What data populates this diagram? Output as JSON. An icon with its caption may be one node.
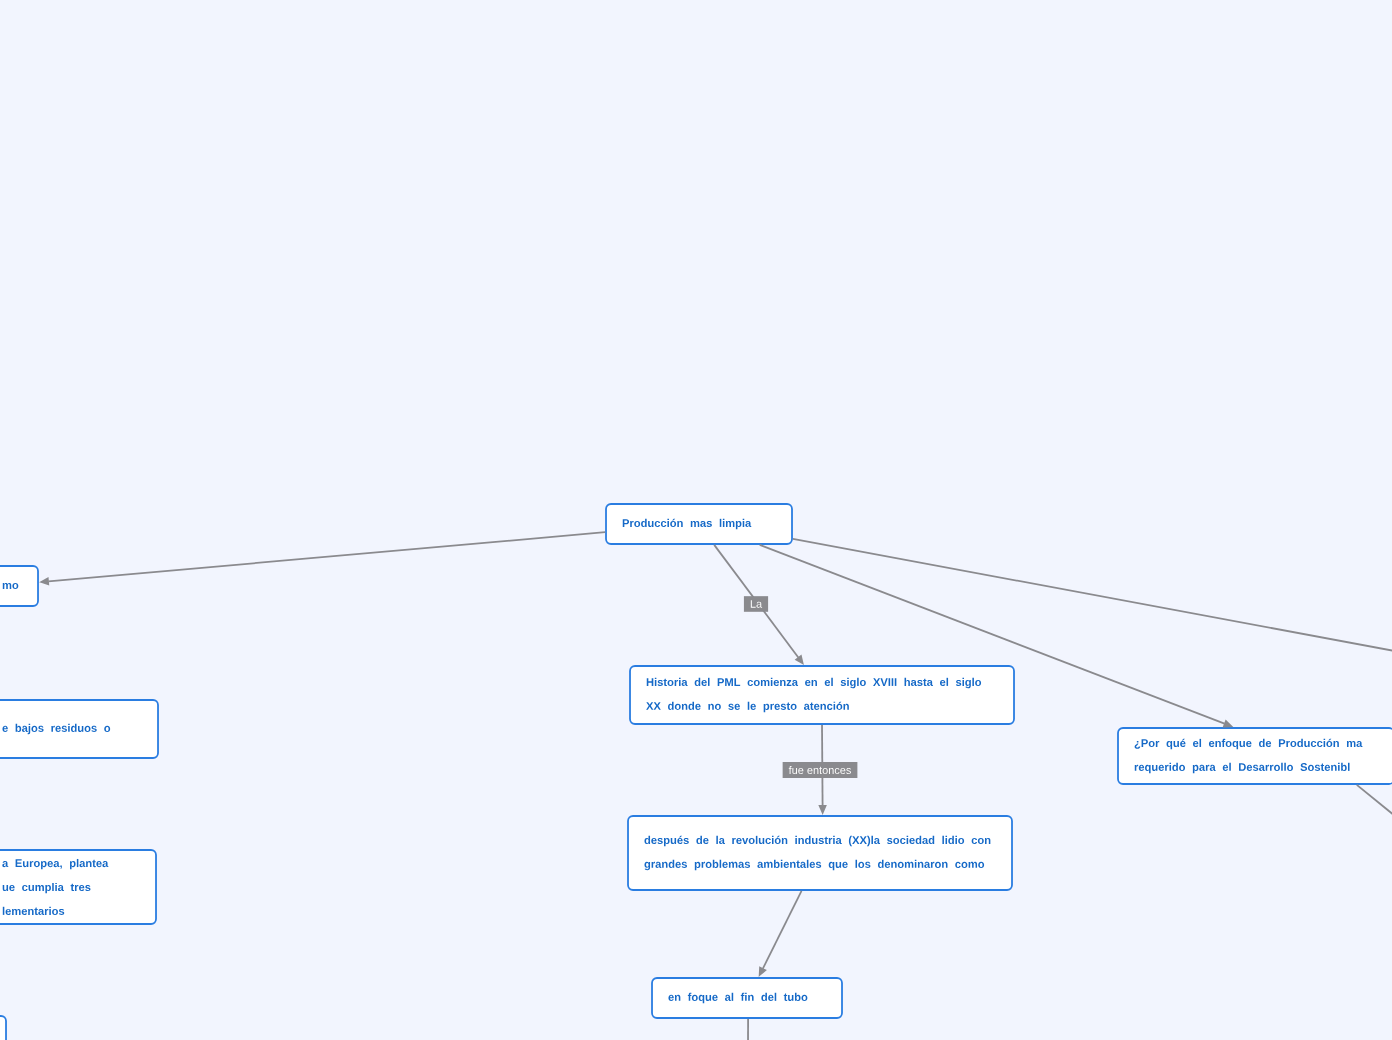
{
  "diagram": {
    "nodes": [
      {
        "text": [
          "Producción mas limpia"
        ]
      },
      {
        "text": [
          "mo"
        ]
      },
      {
        "text": [
          "e bajos residuos o"
        ]
      },
      {
        "text": [
          "Historia del PML comienza en el siglo XVIII  hasta el siglo  XX  donde no se le presto atención"
        ]
      },
      {
        "text": [
          "¿Por qué el enfoque de Producción  ma requerido para el Desarrollo Sostenibl"
        ]
      },
      {
        "text": [
          "después de la revolución industria (XX)la sociedad lidio con grandes problemas ambientales que los denominaron como"
        ]
      },
      {
        "text": [
          "a Europea, plantea ue   cumplia tres lementarios"
        ]
      },
      {
        "text": [
          "en foque al fin del tubo"
        ]
      },
      {
        "text": [],
        "shape": "box"
      }
    ],
    "edges": [
      {
        "from": 0,
        "to": 1,
        "arrow": "to"
      },
      {
        "from": 0,
        "to": 3,
        "arrow": "to",
        "label": "La"
      },
      {
        "from": 0,
        "to": 4,
        "arrow": "to"
      },
      {
        "from": 0,
        "to": null,
        "arrow": "none"
      },
      {
        "from": 3,
        "to": 5,
        "arrow": "to",
        "label": "fue entonces"
      },
      {
        "from": 5,
        "to": 7,
        "arrow": "to"
      },
      {
        "from": 7,
        "to": null,
        "arrow": "none"
      },
      {
        "from": 4,
        "to": null,
        "arrow": "none"
      }
    ]
  }
}
